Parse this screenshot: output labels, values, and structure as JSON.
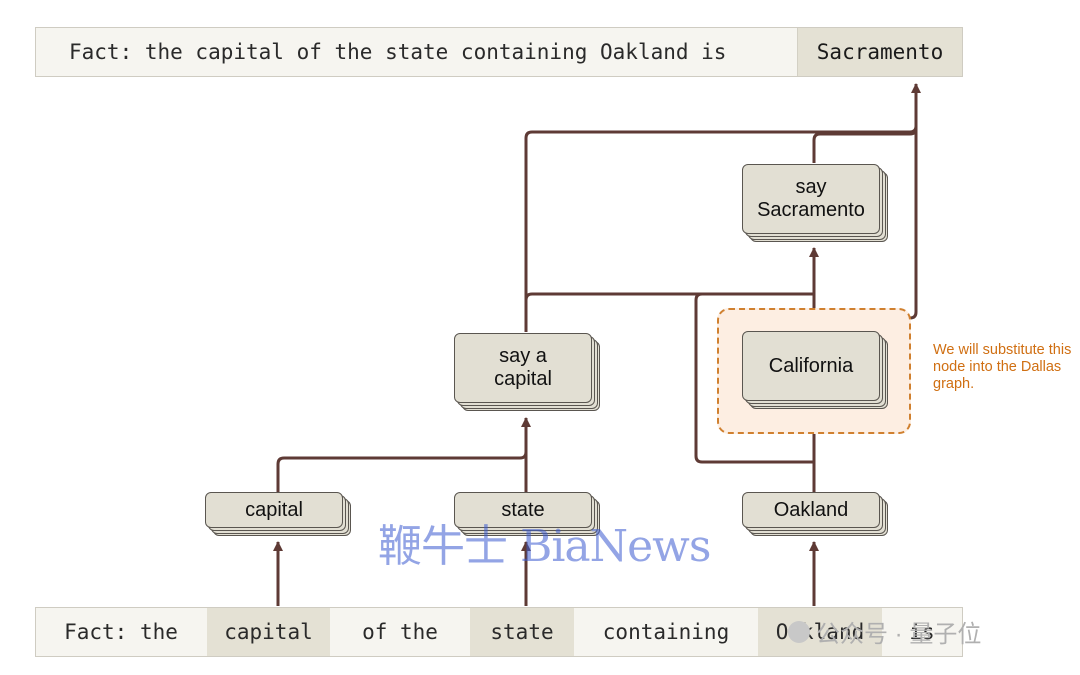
{
  "top_bar": {
    "prompt": "Fact: the capital of the state containing Oakland is",
    "answer": "Sacramento"
  },
  "bottom_bar": {
    "tokens": [
      "Fact: the",
      "capital",
      "of the",
      "state",
      "containing",
      "Oakland",
      "is"
    ]
  },
  "nodes": {
    "say_sacramento": {
      "line1": "say",
      "line2": "Sacramento"
    },
    "say_a_capital": {
      "line1": "say a",
      "line2": "capital"
    },
    "california": "California",
    "capital": "capital",
    "state": "state",
    "oakland": "Oakland"
  },
  "annotation": "We will substitute this node into the Dallas graph.",
  "watermark": "鞭牛士 BiaNews",
  "source_mark": "公众号 · 量子位",
  "colors": {
    "edge": "#5e3a35",
    "node_fill": "#e2dfd3",
    "highlight_border": "#d0802f",
    "highlight_fill": "#fdeee2",
    "annotation_text": "#d06f12"
  }
}
